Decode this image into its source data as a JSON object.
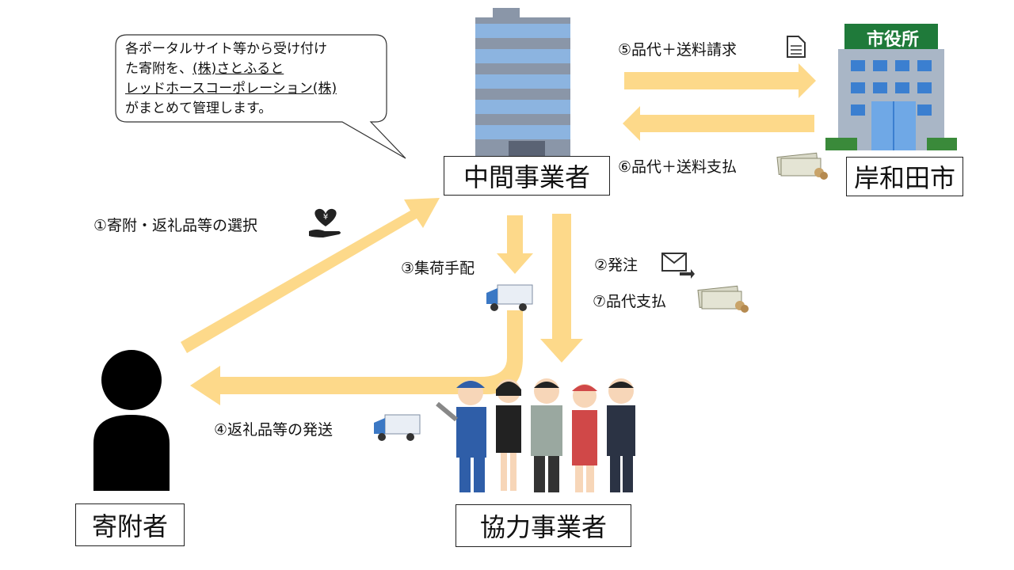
{
  "nodes": {
    "intermediary": "中間事業者",
    "city": "岸和田市",
    "donor": "寄附者",
    "partners": "協力事業者"
  },
  "city_sign": "市役所",
  "bubble": {
    "line1": "各ポータルサイト等から受け付け",
    "line2a": "た寄附を、",
    "line2b": "(株)さとふると",
    "line3": "レッドホースコーポレーション(株)",
    "line4": "がまとめて管理します。"
  },
  "flows": {
    "step1": "①寄附・返礼品等の選択",
    "step2": "②発注",
    "step3": "③集荷手配",
    "step4": "④返礼品等の発送",
    "step5": "⑤品代＋送料請求",
    "step6": "⑥品代＋送料支払",
    "step7": "⑦品代支払"
  },
  "icons": {
    "step1": "heart-yen-hand-icon",
    "step2": "mail-send-icon",
    "step3": "delivery-truck-icon",
    "step4": "delivery-truck-icon",
    "step5": "document-icon",
    "step6": "cash-icon",
    "step7": "cash-icon"
  },
  "colors": {
    "arrow": "#fdd98a",
    "building_blue": "#8cb4e0",
    "building_gray": "#8a96a8",
    "city_green": "#1f7a3a"
  }
}
